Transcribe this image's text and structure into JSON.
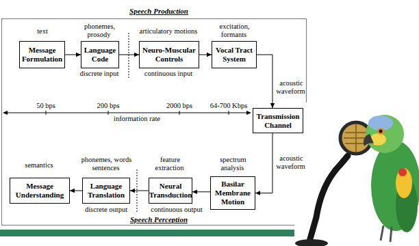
{
  "diagram": {
    "title": "Speech Production",
    "nodes": [
      {
        "text": [
          "Message Formulation"
        ]
      },
      {
        "text": [
          "Language Code"
        ]
      },
      {
        "text": [
          "Neuro-Muscular Controls"
        ]
      },
      {
        "text": [
          "Vocal Tract System"
        ]
      },
      {
        "text": [
          "Transmission Channel"
        ]
      },
      {
        "text": [
          "Basilar Membrane Motion"
        ]
      },
      {
        "text": [
          "Neural Transduction"
        ]
      },
      {
        "text": [
          "Language Translation"
        ]
      },
      {
        "text": [
          "Message Understanding"
        ]
      }
    ],
    "edges": [
      {
        "from": 0,
        "to": 1,
        "arrow": "to"
      },
      {
        "from": 1,
        "to": 2,
        "arrow": "to"
      },
      {
        "from": 2,
        "to": 3,
        "arrow": "to"
      },
      {
        "from": 3,
        "to": 4,
        "arrow": "to"
      },
      {
        "from": 4,
        "to": 5,
        "arrow": "to"
      },
      {
        "from": 5,
        "to": 6,
        "arrow": "to"
      },
      {
        "from": 6,
        "to": 7,
        "arrow": "to"
      },
      {
        "from": 7,
        "to": 8,
        "arrow": "to"
      }
    ],
    "labels": [
      "text",
      "phonemes, prosody",
      "articulatory motions",
      "excitation, formants",
      "discrete input",
      "continuous input",
      "acoustic waveform",
      "50 bps",
      "200 bps",
      "2000 bps",
      "64-700 Kbps",
      "information rate",
      "acoustic waveform",
      "semantics",
      "phonemes, words sentences",
      "feature extraction",
      "spectrum analysis",
      "discrete output",
      "continuous output",
      "Speech Perception"
    ]
  }
}
